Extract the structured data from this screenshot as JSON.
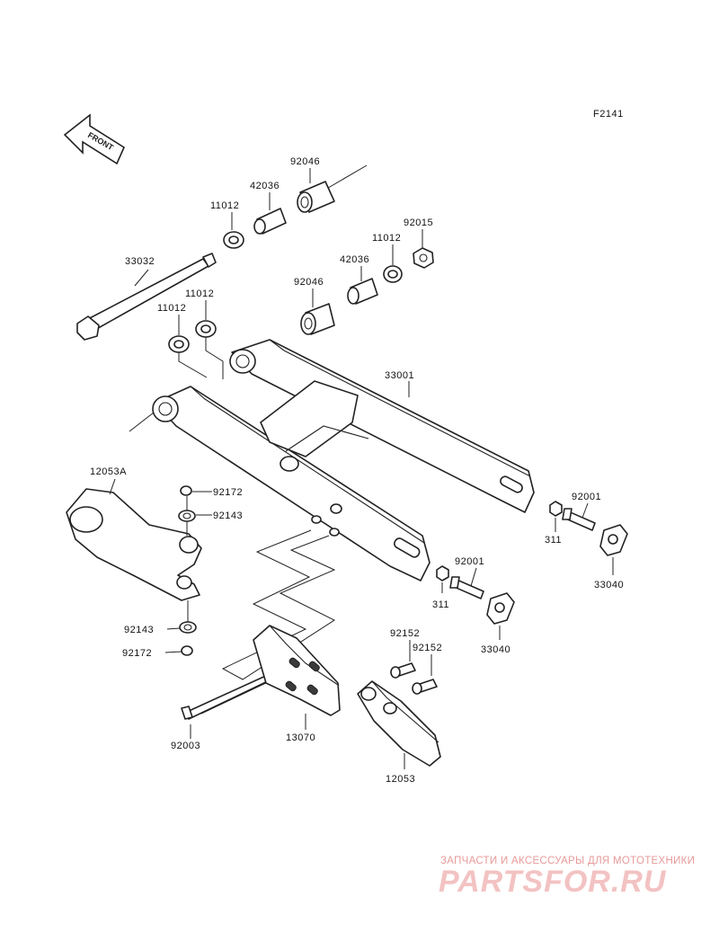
{
  "figure_code": "F2141",
  "front_arrow_label": "FRONT",
  "parts": {
    "p33032": "33032",
    "p11012_a": "11012",
    "p11012_b": "11012",
    "p11012_c": "11012",
    "p11012_d": "11012",
    "p42036_a": "42036",
    "p42036_b": "42036",
    "p92046_a": "92046",
    "p92046_b": "92046",
    "p92015": "92015",
    "p33001": "33001",
    "p12053A": "12053A",
    "p92172_a": "92172",
    "p92172_b": "92172",
    "p92143_a": "92143",
    "p92143_b": "92143",
    "p92001_a": "92001",
    "p92001_b": "92001",
    "p311_a": "311",
    "p311_b": "311",
    "p33040_a": "33040",
    "p33040_b": "33040",
    "p92152_a": "92152",
    "p92152_b": "92152",
    "p92003": "92003",
    "p13070": "13070",
    "p12053": "12053"
  },
  "watermark": {
    "tagline": "ЗАПЧАСТИ И АКСЕССУАРЫ ДЛЯ МОТОТЕХНИКИ",
    "logo": "PARTSFOR.RU"
  }
}
